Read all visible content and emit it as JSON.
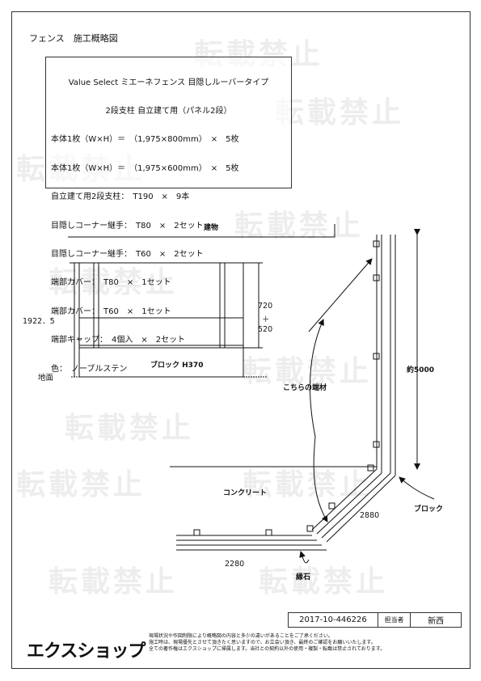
{
  "header": {
    "title": "フェンス　施工概略図"
  },
  "spec": {
    "line_1": "Value Select ミエーネフェンス 目隠しルーバータイプ",
    "line_2": "2段支柱 自立建て用（パネル2段）",
    "line_3": "本体1枚（W×H）＝　（1,975×800mm）　×　5枚",
    "line_4": "本体1枚（W×H）＝　（1,975×600mm）　×　5枚",
    "line_5": "自立建て用2段支柱：　T190　×　9本",
    "line_6": "目隠しコーナー継手：　T80　×　2セット",
    "line_7": "目隠しコーナー継手：　T60　×　2セット",
    "line_8": "端部カバー：　T80　×　1セット",
    "line_9": "端部カバー：　T60　×　1セット",
    "line_10": "端部キャップ：　4個入　×　2セット",
    "line_11": "色：　ノーブルステン"
  },
  "diagram": {
    "building_label": "建物",
    "height_total": "1922．5",
    "panel_upper": "720",
    "panel_plus": "＋",
    "panel_lower": "520",
    "block_label": "ブロック H370",
    "ground_label": "地面",
    "end_label": "こちらの端材",
    "concrete_label": "コンクリート",
    "approx_length": "約5000",
    "block_label_plan": "ブロック",
    "dim_diagonal": "2880",
    "dim_bottom": "2280",
    "curb_label": "縁石"
  },
  "watermark": {
    "text": "転載禁止"
  },
  "title_block": {
    "doc_number": "2017-10-446226",
    "person_label": "担当者",
    "person_name": "新西"
  },
  "footer": {
    "logo": "エクスショップ",
    "notice_1": "現場状況や作図制限により概略図の内容と多少の違いがあることをご了承ください。",
    "notice_2": "施工時は、現場優先とさせて頂きたく思いますので、お立会い頂き、最終のご確認をお願いいたします。",
    "notice_3": "全ての著作権はエクスショップに帰属します。当社との契約以外の使用・複製・転載は禁止されております。"
  }
}
